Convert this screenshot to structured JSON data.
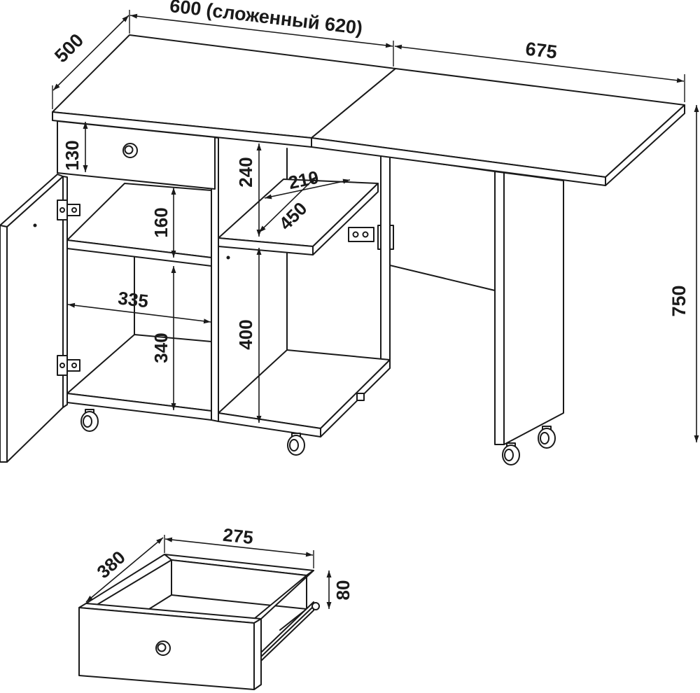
{
  "dimensions": {
    "top_width": "600 (сложенный 620)",
    "depth": "500",
    "leaf_width": "675",
    "height": "750",
    "drawer_front_height": "130",
    "upper_niche_height": "240",
    "shelf_width": "210",
    "shelf_depth": "450",
    "left_upper_height": "160",
    "left_inner_width": "335",
    "right_lower_height": "400",
    "left_lower_height": "340"
  },
  "drawer": {
    "width": "275",
    "depth": "380",
    "height": "80"
  },
  "colors": {
    "line": "#1a1a1a",
    "background": "#ffffff"
  }
}
